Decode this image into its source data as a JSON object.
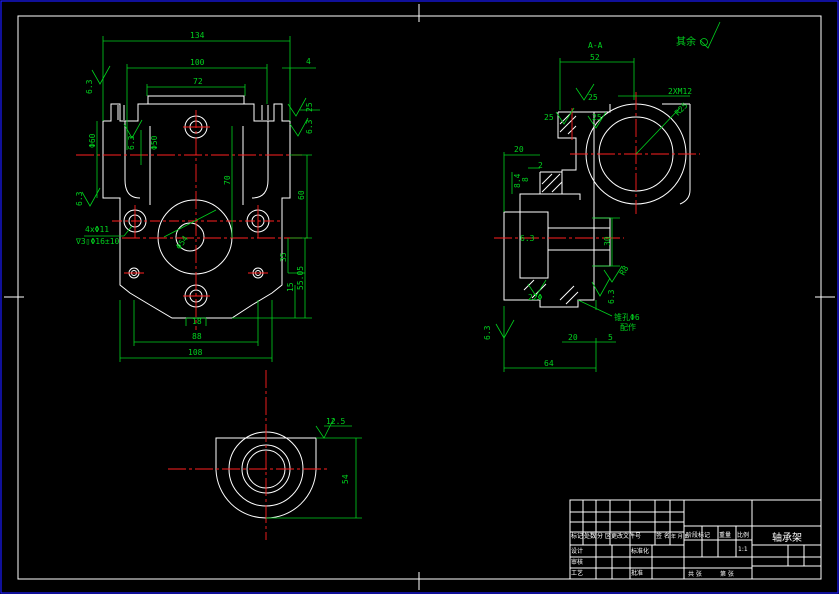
{
  "colors": {
    "background": "#000000",
    "outline": "#ffffff",
    "dimension": "#00d21e",
    "centerline": "#ff2020",
    "border": "#1c1cff"
  },
  "front_view": {
    "dim_width_overall": "134",
    "dim_width_100": "100",
    "dim_width_72": "72",
    "dim_top_4": "4",
    "dim_dia_60": "Φ60",
    "dim_dia_50": "Φ50",
    "dim_70": "70",
    "dim_60": "60",
    "dim_35": "35",
    "dim_55_05": "55.05",
    "dim_15": "15",
    "dim_bore": "Φ54",
    "dim_bottom_18": "18",
    "dim_bottom_88": "88",
    "dim_bottom_108": "108",
    "holes_note": "4xΦ11",
    "counterbore_note": "∇3▯Φ16±10",
    "roughness_left": "6.3",
    "roughness_left2": "6.3",
    "roughness_mid": "6.3",
    "roughness_right": "6.3",
    "roughness_right2": "25"
  },
  "section_view": {
    "title": "A-A",
    "other_mark": "其余",
    "dim_52": "52",
    "dim_thread": "2XM12",
    "dim_r25": "R25",
    "dim_25a": "25",
    "dim_25b": "25",
    "dim_25c": "25",
    "dim_20_top": "20",
    "dim_8_4": "8.4",
    "dim_8": "8",
    "dim_2": "2",
    "dim_6_3": "6.3",
    "dim_30": "30",
    "dim_r8": "R8",
    "dim_22": "22Φ",
    "dim_6_3_right": "6.3",
    "dim_hole_note": "锥孔Φ6",
    "dim_hole_note2": "配作",
    "dim_6_3_left": "6.3",
    "dim_20_bottom": "20",
    "dim_5": "5",
    "dim_64": "64"
  },
  "top_view": {
    "roughness": "12.5",
    "dim_54": "54"
  },
  "title_block": {
    "part_name": "轴承架",
    "row_label_1": "标记",
    "row_label_2": "处数",
    "row_label_3": "分 区",
    "row_label_4": "更改文件号",
    "row_label_5": "签 名",
    "row_label_6": "年 月 日",
    "design": "设计",
    "standardize": "标准化",
    "review": "审核",
    "process": "工艺",
    "approve": "批准",
    "stage_mark": "阶段标记",
    "weight": "重量",
    "scale": "比例",
    "sheet_total": "共 张",
    "sheet_no": "第 张",
    "scale_val": "1:1"
  }
}
